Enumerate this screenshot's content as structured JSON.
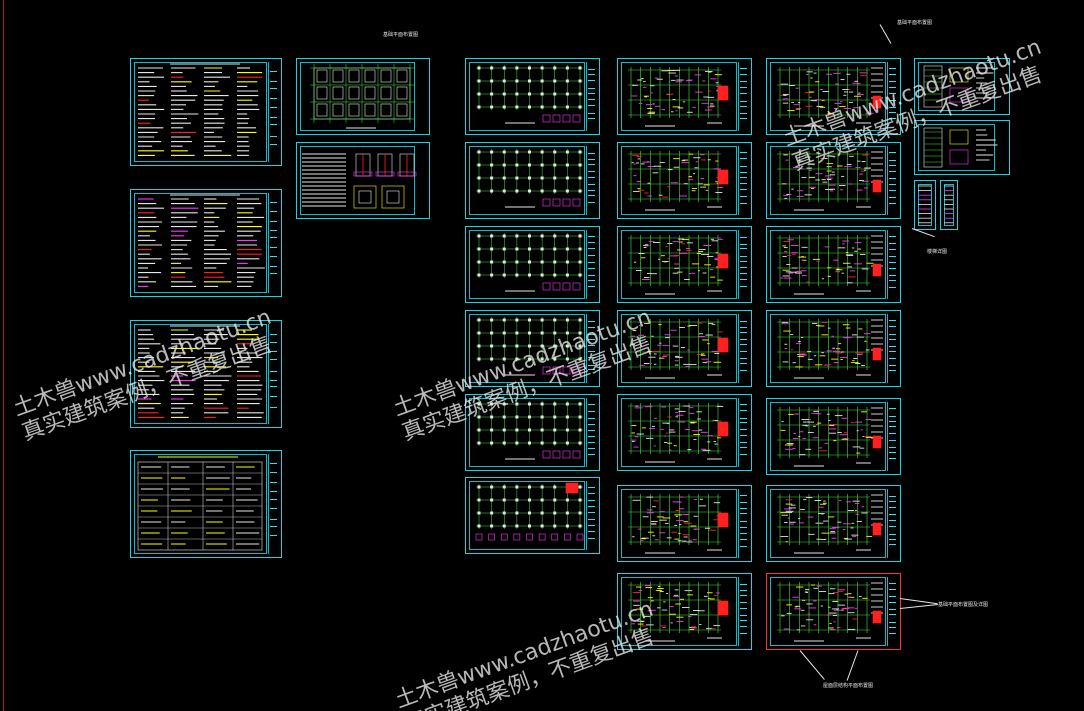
{
  "window": {
    "title": ""
  },
  "watermark": {
    "line1": "土木兽www.cadzhaotu.cn",
    "line2": "真实建筑案例，不重复出售"
  },
  "callouts": {
    "c1": "基础平面布置图",
    "c2": "基础平面布置图",
    "c3": "基础平面布置图及详图",
    "c4": "楼梯详图",
    "c5": "屋面层结构平面布置图"
  },
  "colors": {
    "frame": "#19d3e6",
    "grid": "#3ee83a",
    "text": "#e6e6e6",
    "accent_yellow": "#ffff00",
    "accent_magenta": "#ff33ff",
    "accent_red": "#ff2020",
    "left_rule": "#b01818"
  }
}
